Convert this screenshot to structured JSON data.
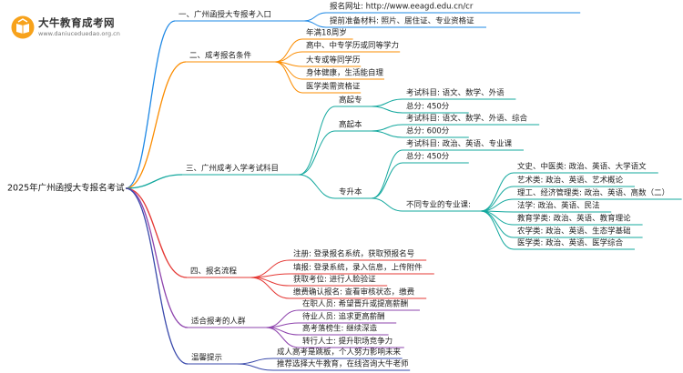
{
  "logo": {
    "title": "大牛教育成考网",
    "url": "www.daniuceduedao.org.cn"
  },
  "root": "2025年广州函授大专报名考试",
  "branches": [
    {
      "id": "b1",
      "label": "一、广州函授大专报考入口",
      "color": "#1e88e5",
      "children": [
        {
          "id": "b1a",
          "label": "报名网址: http://www.eeagd.edu.cn/cr"
        },
        {
          "id": "b1b",
          "label": "提前准备材料: 照片、居住证、专业资格证"
        }
      ]
    },
    {
      "id": "b2",
      "label": "二、成考报名条件",
      "color": "#fb8c00",
      "children": [
        {
          "id": "b2a",
          "label": "年满18周岁"
        },
        {
          "id": "b2b",
          "label": "高中、中专学历或同等学力"
        },
        {
          "id": "b2c",
          "label": "大专或等同学历"
        },
        {
          "id": "b2d",
          "label": "身体健康，生活能自理"
        },
        {
          "id": "b2e",
          "label": "医学类需资格证"
        }
      ]
    },
    {
      "id": "b3",
      "label": "三、广州成考入学考试科目",
      "color": "#13a89e",
      "children": [
        {
          "id": "b3a",
          "label": "高起专",
          "children": [
            {
              "id": "b3a1",
              "label": "考试科目: 语文、数学、外语"
            },
            {
              "id": "b3a2",
              "label": "总分: 450分"
            }
          ]
        },
        {
          "id": "b3b",
          "label": "高起本",
          "children": [
            {
              "id": "b3b1",
              "label": "考试科目: 语文、数学、外语、综合"
            },
            {
              "id": "b3b2",
              "label": "总分: 600分"
            }
          ]
        },
        {
          "id": "b3c",
          "label": "专升本",
          "children": [
            {
              "id": "b3c1",
              "label": "考试科目: 政治、英语、专业课"
            },
            {
              "id": "b3c2",
              "label": "总分: 450分"
            },
            {
              "id": "b3c3",
              "label": "不同专业的专业课:",
              "children": [
                {
                  "id": "m1",
                  "label": "文史、中医类: 政治、英语、大学语文"
                },
                {
                  "id": "m2",
                  "label": "艺术类: 政治、英语、艺术概论"
                },
                {
                  "id": "m3",
                  "label": "理工、经济管理类: 政治、英语、高数（二）"
                },
                {
                  "id": "m4",
                  "label": "法学: 政治、英语、民法"
                },
                {
                  "id": "m5",
                  "label": "教育学类: 政治、英语、教育理论"
                },
                {
                  "id": "m6",
                  "label": "农学类: 政治、英语、生态学基础"
                },
                {
                  "id": "m7",
                  "label": "医学类: 政治、英语、医学综合"
                }
              ]
            }
          ]
        }
      ]
    },
    {
      "id": "b4",
      "label": "四、报名流程",
      "color": "#e53935",
      "children": [
        {
          "id": "b4a",
          "label": "注册: 登录报名系统，获取预报名号"
        },
        {
          "id": "b4b",
          "label": "填报: 登录系统，录入信息，上传附件"
        },
        {
          "id": "b4c",
          "label": "获取考位: 进行人脸验证"
        },
        {
          "id": "b4d",
          "label": "缴费确认报名: 查看审核状态，缴费"
        }
      ]
    },
    {
      "id": "b5",
      "label": "适合报考的人群",
      "color": "#8e44ad",
      "children": [
        {
          "id": "b5a",
          "label": "在职人员: 希望晋升或提高薪酬"
        },
        {
          "id": "b5b",
          "label": "待业人员: 追求更高薪酬"
        },
        {
          "id": "b5c",
          "label": "高考落榜生: 继续深造"
        },
        {
          "id": "b5d",
          "label": "转行人士: 提升职场竞争力"
        }
      ]
    },
    {
      "id": "b6",
      "label": "温馨提示",
      "color": "#3949ab",
      "children": [
        {
          "id": "b6a",
          "label": "成人高考是跳板，个人努力影响未来"
        },
        {
          "id": "b6b",
          "label": "推荐选择大牛教育，在线咨询大牛老师"
        }
      ]
    }
  ]
}
